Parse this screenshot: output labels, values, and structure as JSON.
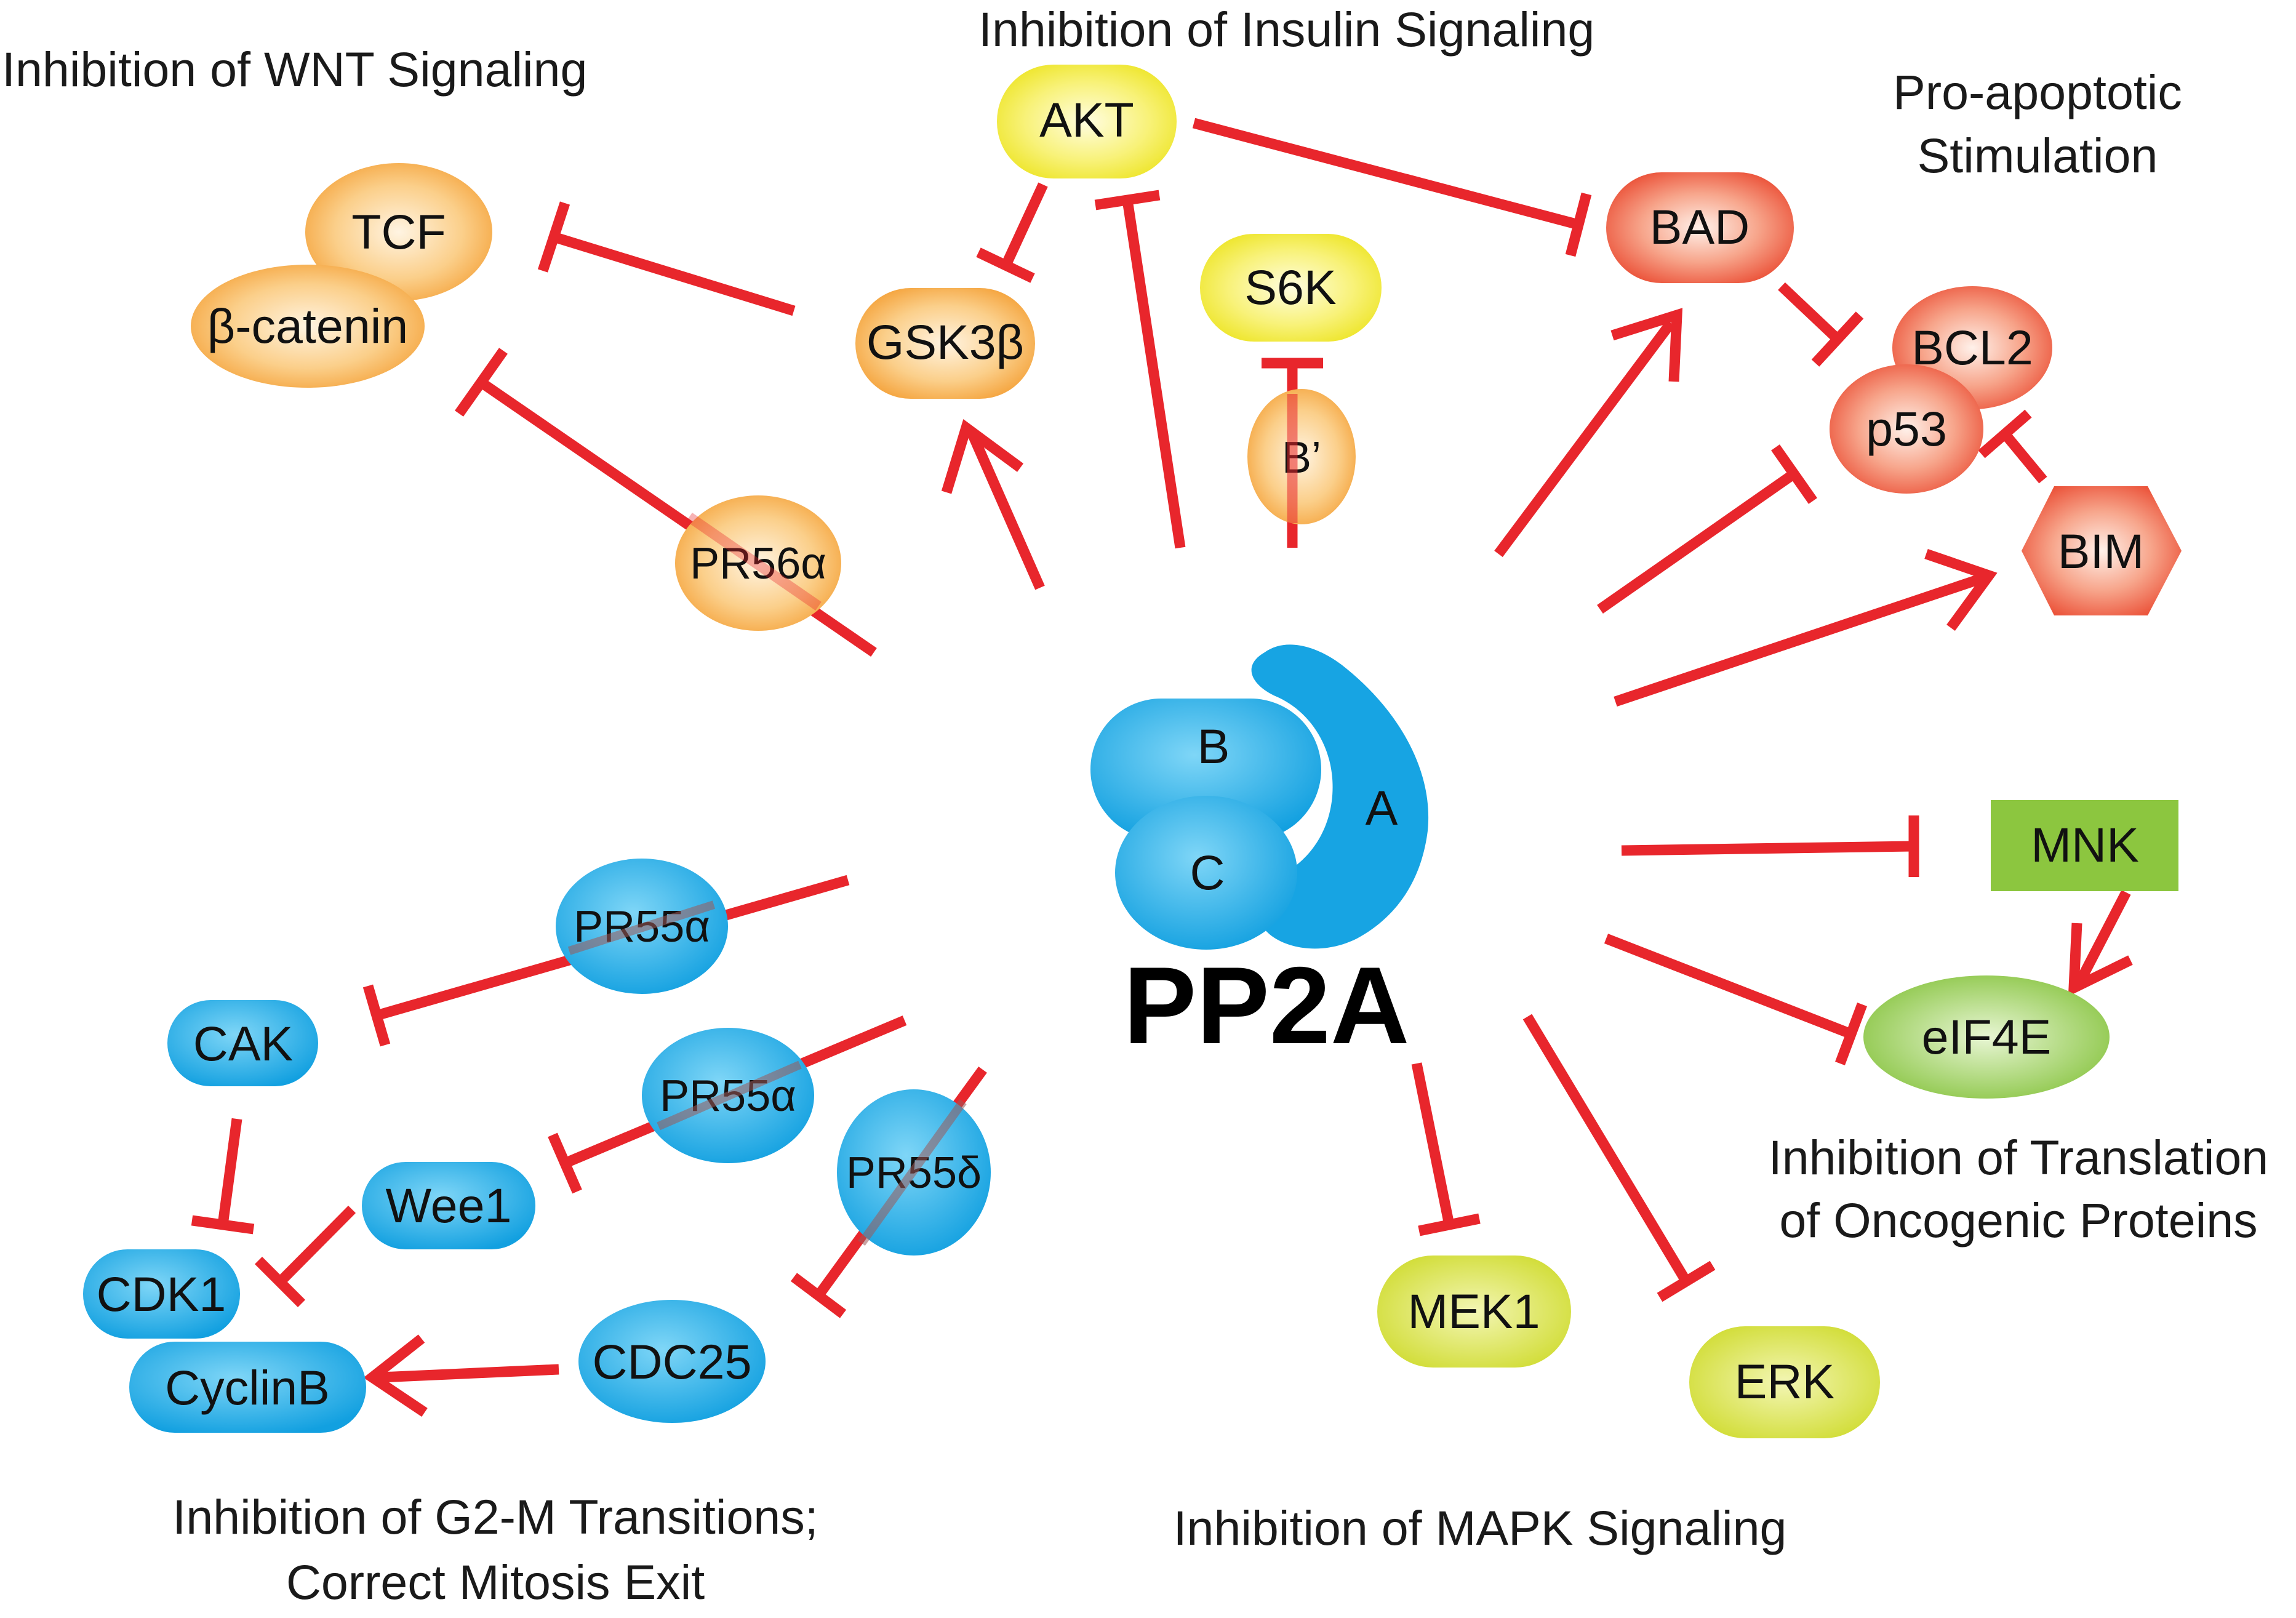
{
  "headings": {
    "wnt": "Inhibition of WNT Signaling",
    "insulin": "Inhibition of Insulin Signaling",
    "apoptotic_line1": "Pro-apoptotic",
    "apoptotic_line2": "Stimulation",
    "translation_line1": "Inhibition of Translation",
    "translation_line2": "of Oncogenic Proteins",
    "mapk": "Inhibition of MAPK Signaling",
    "g2m_line1": "Inhibition of G2-M Transitions;",
    "g2m_line2": "Correct Mitosis Exit"
  },
  "nodes": {
    "tcf": "TCF",
    "beta_catenin": "β-catenin",
    "gsk3b": "GSK3β",
    "akt": "AKT",
    "s6k": "S6K",
    "b_prime": "B’",
    "pr56a": "PR56α",
    "bad": "BAD",
    "bcl2": "BCL2",
    "p53": "p53",
    "bim": "BIM",
    "mnk": "MNK",
    "eif4e": "eIF4E",
    "mek1": "MEK1",
    "erk": "ERK",
    "pr55a_1": "PR55α",
    "pr55a_2": "PR55α",
    "pr55d": "PR55δ",
    "cak": "CAK",
    "wee1": "Wee1",
    "cdk1": "CDK1",
    "cyclinb": "CyclinB",
    "cdc25": "CDC25"
  },
  "pp2a": {
    "title": "PP2A",
    "subunit_a": "A",
    "subunit_b": "B",
    "subunit_c": "C"
  },
  "colors": {
    "orange_light": "#fde4c1",
    "orange_dark": "#f6a437",
    "yellow_light": "#fdfbc4",
    "yellow_dark": "#f1ea2a",
    "red_light": "#fde0d4",
    "red_dark": "#ec4a2a",
    "blue": "#17a4e3",
    "blue_dark": "#0f7fbf",
    "green": "#8cc63f",
    "lime": "#d3df3a",
    "edge": "#e8262c"
  }
}
